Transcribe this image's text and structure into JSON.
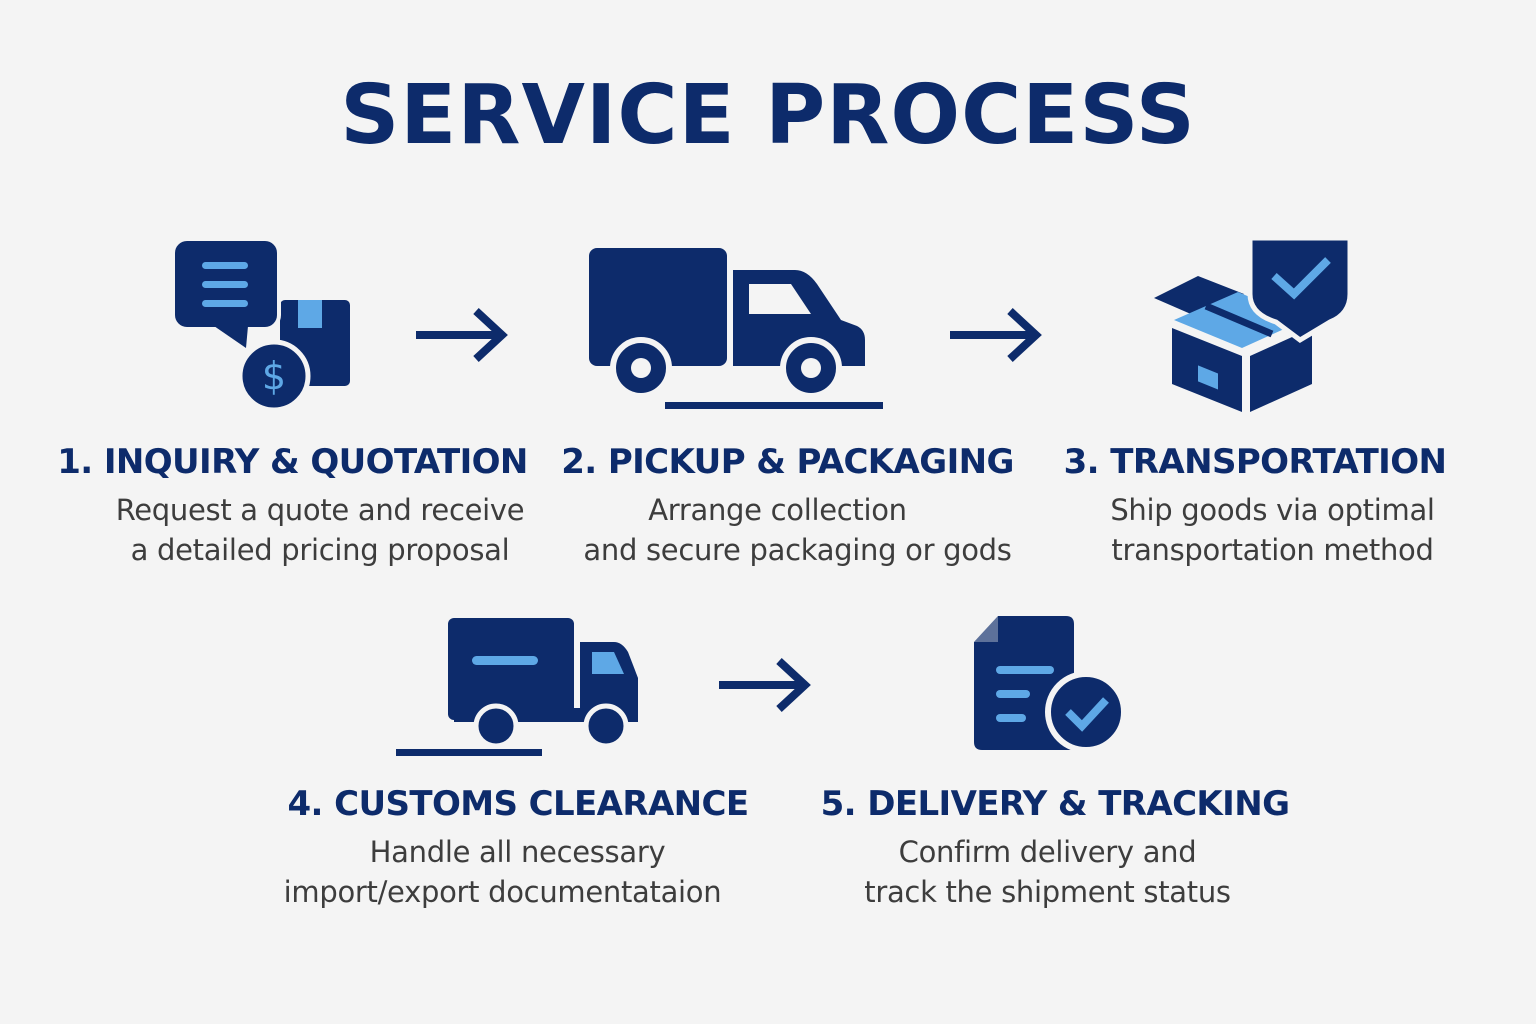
{
  "title": "SERVICE PROCESS",
  "colors": {
    "navy": "#0d2b6b",
    "light_blue": "#5ea8e6",
    "text_gray": "#3d3d3d",
    "background": "#f4f4f4"
  },
  "steps": [
    {
      "title": "1. INQUIRY & QUOTATION",
      "desc_line1": "Request a quote and receive",
      "desc_line2": "a detailed pricing proposal",
      "icon": "chat-quote-icon"
    },
    {
      "title": "2. PICKUP & PACKAGING",
      "desc_line1": "Arrange collection",
      "desc_line2": "and secure packaging or gods",
      "icon": "delivery-truck-icon"
    },
    {
      "title": "3. TRANSPORTATION",
      "desc_line1": "Ship goods via optimal",
      "desc_line2": "transportation method",
      "icon": "box-check-icon"
    },
    {
      "title": "4. CUSTOMS CLEARANCE",
      "desc_line1": "Handle all necessary",
      "desc_line2": "import/export documentataion",
      "icon": "cargo-truck-icon"
    },
    {
      "title": "5. DELIVERY & TRACKING",
      "desc_line1": "Confirm delivery and",
      "desc_line2": "track the shipment status",
      "icon": "document-check-icon"
    }
  ]
}
